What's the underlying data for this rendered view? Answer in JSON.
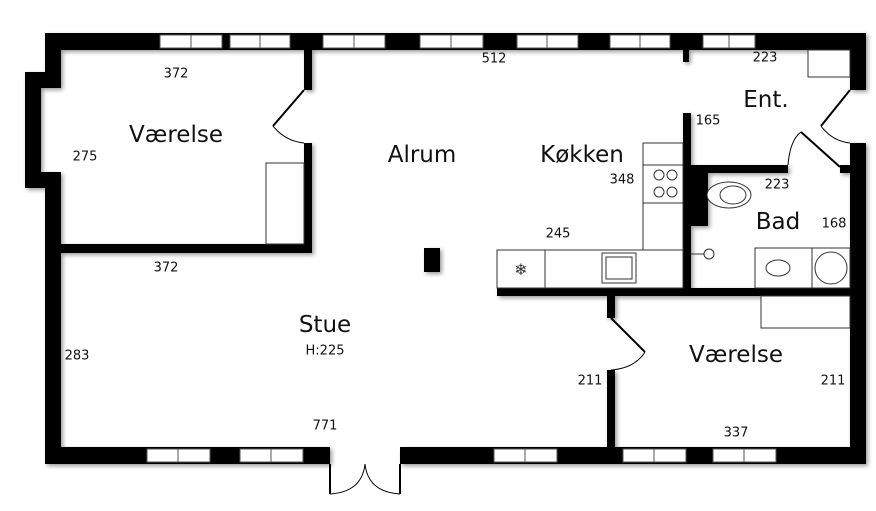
{
  "rooms": {
    "vaerelse1": "Værelse",
    "alrum": "Alrum",
    "kokken": "Køkken",
    "ent": "Ent.",
    "bad": "Bad",
    "stue": "Stue",
    "stue_height": "H:225",
    "vaerelse2": "Værelse"
  },
  "dimensions": {
    "v1_top": "372",
    "v1_side": "275",
    "v1_bottom": "372",
    "alrum_top": "512",
    "ent_top": "223",
    "ent_side": "165",
    "kitchen_side": "348",
    "kitchen_bottom": "245",
    "bad_top": "223",
    "bad_side": "168",
    "stue_side": "283",
    "stue_bottom": "771",
    "stue_right": "211",
    "v2_right": "211",
    "v2_bottom": "337"
  },
  "colors": {
    "wall": "#000000",
    "fixture": "#ffffff"
  }
}
